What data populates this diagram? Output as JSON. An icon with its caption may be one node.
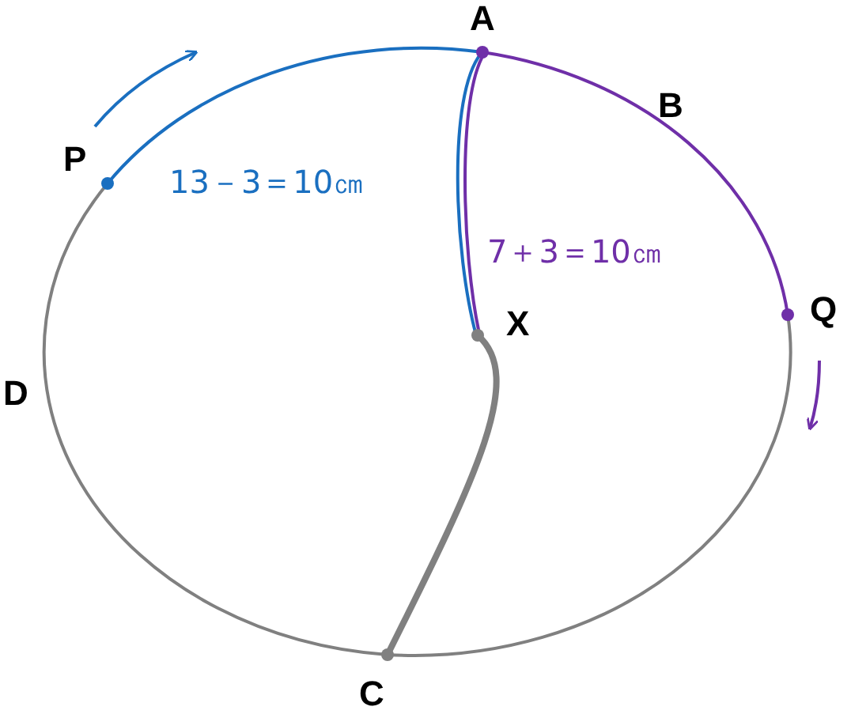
{
  "diagram": {
    "nodes": [
      {
        "text": [
          "A"
        ]
      },
      {
        "text": [
          "P"
        ]
      },
      {
        "text": [
          "Q"
        ]
      },
      {
        "text": [
          "X"
        ]
      },
      {
        "text": [
          "C"
        ]
      }
    ],
    "edges": [
      {
        "from": 1,
        "to": 0,
        "arrow": "none",
        "color": "#1a6fc0"
      },
      {
        "from": 0,
        "to": 2,
        "arrow": "none",
        "color": "#6f2fa8"
      },
      {
        "from": 0,
        "to": 3,
        "arrow": "none",
        "color": "#1a6fc0"
      },
      {
        "from": 0,
        "to": 3,
        "arrow": "none",
        "color": "#6f2fa8"
      },
      {
        "from": 3,
        "to": 4,
        "arrow": "none",
        "color": "#808080",
        "style": "thick"
      },
      {
        "from": 2,
        "to": 4,
        "arrow": "none",
        "color": "#808080"
      },
      {
        "from": 4,
        "to": 1,
        "arrow": "none",
        "color": "#808080"
      }
    ],
    "labels": [
      "B",
      "13－3＝10㎝",
      "7＋3＝10㎝",
      "D"
    ]
  }
}
